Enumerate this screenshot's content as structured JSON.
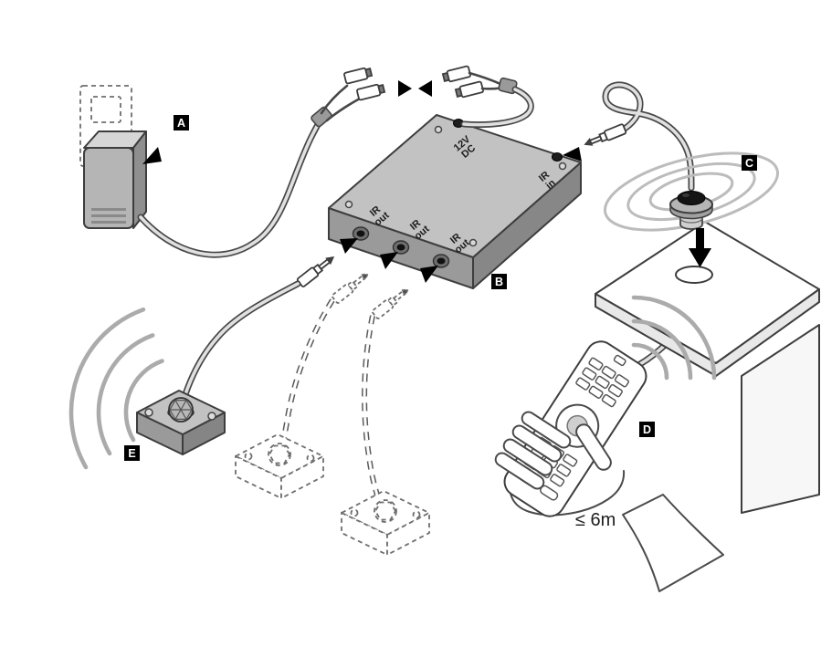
{
  "diagram": {
    "component_labels": {
      "power_adapter": "A",
      "ir_control_box": "B",
      "ir_receiver": "C",
      "remote_control": "D",
      "ir_emitter": "E"
    },
    "box_port_labels": {
      "power_line1": "12V",
      "power_line2": "DC",
      "ir_in_line1": "IR",
      "ir_in_line2": "in",
      "ir_out_line1": "IR",
      "ir_out_line2": "out"
    },
    "annotations": {
      "max_distance": "≤ 6m"
    }
  }
}
